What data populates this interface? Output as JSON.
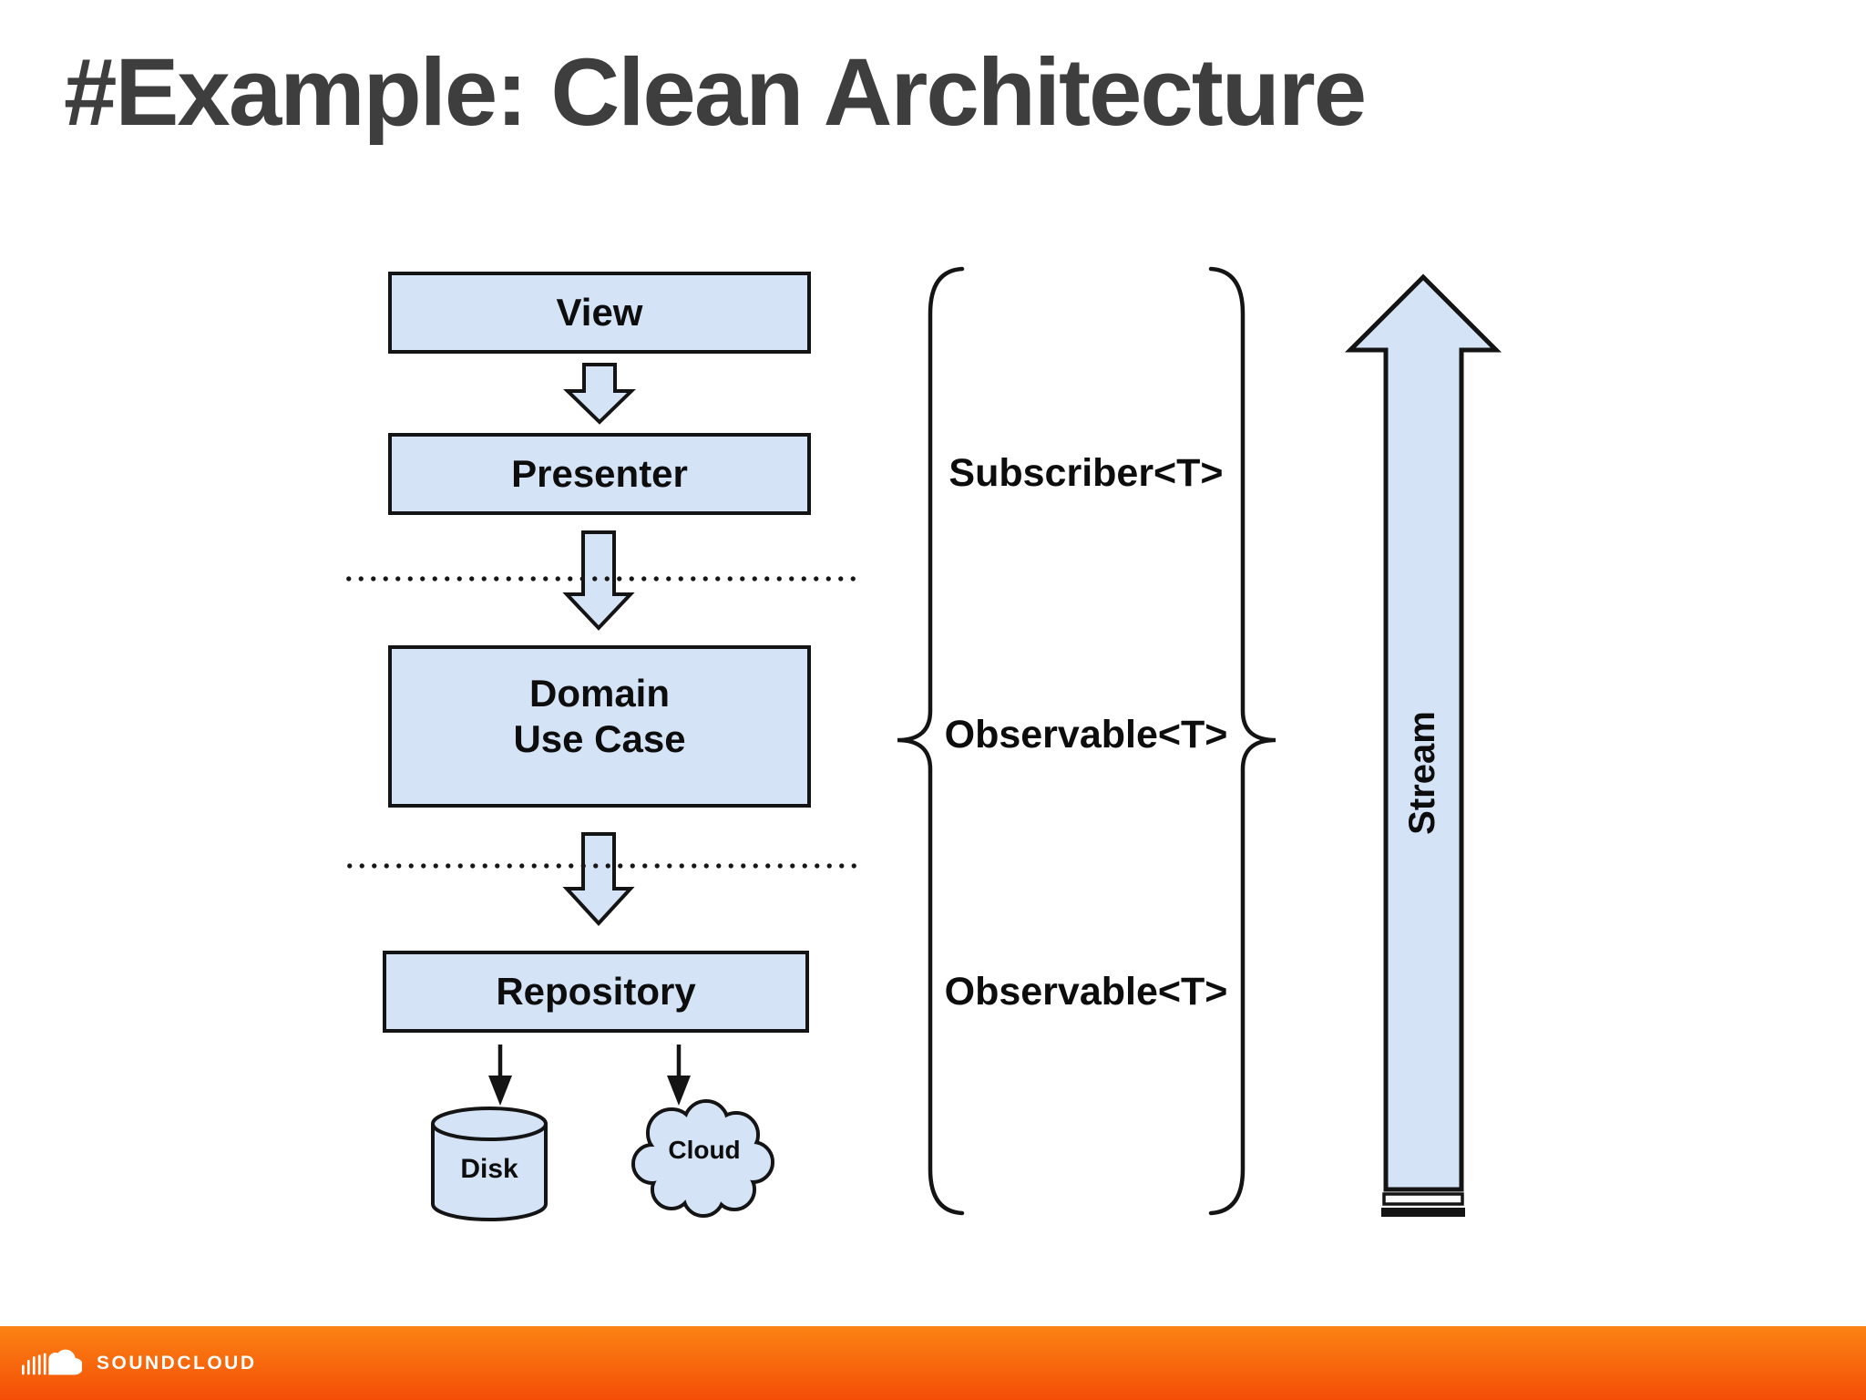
{
  "slide": {
    "title": "#Example: Clean Architecture"
  },
  "diagram": {
    "boxes": [
      {
        "label": "View"
      },
      {
        "label": "Presenter"
      },
      {
        "label_line1": "Domain",
        "label_line2": "Use Case"
      },
      {
        "label": "Repository"
      }
    ],
    "annotations": [
      {
        "label": "Subscriber<T>"
      },
      {
        "label": "Observable<T>"
      },
      {
        "label": "Observable<T>"
      }
    ],
    "storage": [
      {
        "label": "Disk",
        "shape": "cylinder"
      },
      {
        "label": "Cloud",
        "shape": "cloud"
      }
    ],
    "stream_label": "Stream"
  },
  "footer": {
    "brand": "SOUNDCLOUD"
  },
  "colors": {
    "box_fill": "#d4e3f5",
    "outline": "#141414",
    "title": "#3e3e3e",
    "footer_top": "#fb8314",
    "footer_bottom": "#f44e06"
  }
}
